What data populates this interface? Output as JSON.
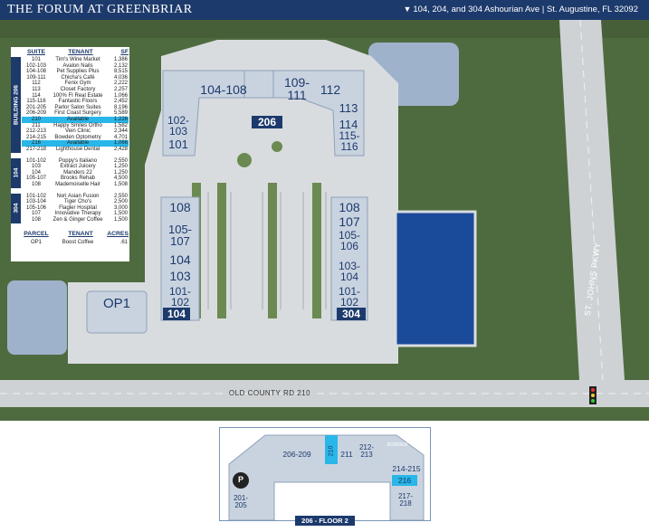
{
  "header": {
    "title": "THE FORUM AT GREENBRIAR",
    "address": "104, 204, and 304 Ashourian Ave | St. Augustine, FL 32092"
  },
  "legend": {
    "col_suite": "SUITE",
    "col_tenant": "TENANT",
    "col_sf": "SF",
    "buildings": [
      {
        "name": "BUILDING 206",
        "rows": [
          {
            "suite": "101",
            "tenant": "Tim's Wine Market",
            "sf": "1,386"
          },
          {
            "suite": "102-103",
            "tenant": "Avalon Nails",
            "sf": "2,132"
          },
          {
            "suite": "104-108",
            "tenant": "Pet Supplies Plus",
            "sf": "8,515"
          },
          {
            "suite": "109-111",
            "tenant": "Chicha's Café",
            "sf": "4,036"
          },
          {
            "suite": "112",
            "tenant": "Fenix Gym",
            "sf": "2,222"
          },
          {
            "suite": "113",
            "tenant": "Closet Factory",
            "sf": "2,257"
          },
          {
            "suite": "114",
            "tenant": "100% FI Real Estate",
            "sf": "1,066"
          },
          {
            "suite": "115-116",
            "tenant": "Fantastic Floors",
            "sf": "2,452"
          },
          {
            "suite": "201-205",
            "tenant": "Parlor Salon Suites",
            "sf": "8,196"
          },
          {
            "suite": "206-209",
            "tenant": "First Coast Surgery",
            "sf": "5,589"
          },
          {
            "suite": "210",
            "tenant": "Available",
            "sf": "1,226",
            "highlight": true
          },
          {
            "suite": "211",
            "tenant": "Happy Smiles Ortho",
            "sf": "1,582"
          },
          {
            "suite": "212-213",
            "tenant": "Vein Clinic",
            "sf": "2,344"
          },
          {
            "suite": "214-215",
            "tenant": "Bowden Optometry",
            "sf": "4,701"
          },
          {
            "suite": "216",
            "tenant": "Available",
            "sf": "1,066",
            "highlight": true
          },
          {
            "suite": "217-218",
            "tenant": "Lighthouse Dental",
            "sf": "2,428"
          }
        ]
      },
      {
        "name": "104",
        "rows": [
          {
            "suite": "101-102",
            "tenant": "Poppy's Italiano",
            "sf": "2,550"
          },
          {
            "suite": "103",
            "tenant": "Extract Juicery",
            "sf": "1,250"
          },
          {
            "suite": "104",
            "tenant": "Manders 22",
            "sf": "1,250"
          },
          {
            "suite": "105-107",
            "tenant": "Brooks Rehab",
            "sf": "4,500"
          },
          {
            "suite": "108",
            "tenant": "Mademoiselle Hair",
            "sf": "1,508"
          }
        ]
      },
      {
        "name": "304",
        "rows": [
          {
            "suite": "101-102",
            "tenant": "Nori Asian Fusion",
            "sf": "2,550"
          },
          {
            "suite": "103-104",
            "tenant": "Tiger Cho's",
            "sf": "2,500"
          },
          {
            "suite": "105-106",
            "tenant": "Flagler Hospital",
            "sf": "3,000"
          },
          {
            "suite": "107",
            "tenant": "Innovative Therapy",
            "sf": "1,500"
          },
          {
            "suite": "108",
            "tenant": "Zen & Ginger Coffee",
            "sf": "1,500"
          }
        ]
      }
    ],
    "parcel": {
      "col_parcel": "PARCEL",
      "col_tenant": "TENANT",
      "col_acres": "ACRES",
      "rows": [
        {
          "parcel": "OP1",
          "tenant": "Boost Coffee",
          "acres": ".61"
        }
      ]
    }
  },
  "map": {
    "road_south": "OLD COUNTY RD 210",
    "road_east": "ST. JOHNS PKWY",
    "building_labels": {
      "b206": "206",
      "b104": "104",
      "b304": "304",
      "op1": "OP1"
    },
    "units_206": [
      "104-108",
      "109-\n111",
      "112",
      "113",
      "114",
      "115-\n116",
      "102-\n103",
      "101"
    ],
    "units_104": [
      "108",
      "105-\n107",
      "104",
      "103",
      "101-\n102"
    ],
    "units_304": [
      "108",
      "107",
      "105-\n106",
      "103-\n104",
      "101-\n102"
    ]
  },
  "floor2": {
    "label": "206 - FLOOR 2",
    "units": [
      "206-209",
      "210",
      "211",
      "212-\n213",
      "214-215",
      "216",
      "217-\n218",
      "201-\n205"
    ],
    "sign": "BOWDEN",
    "logo": "P"
  },
  "colors": {
    "navy": "#1d3a6c",
    "available": "#29b6e8",
    "building": "#c9d3e0",
    "grass": "#4e6b3f",
    "water": "#9fb2cc",
    "parking": "#d9dcdf"
  }
}
